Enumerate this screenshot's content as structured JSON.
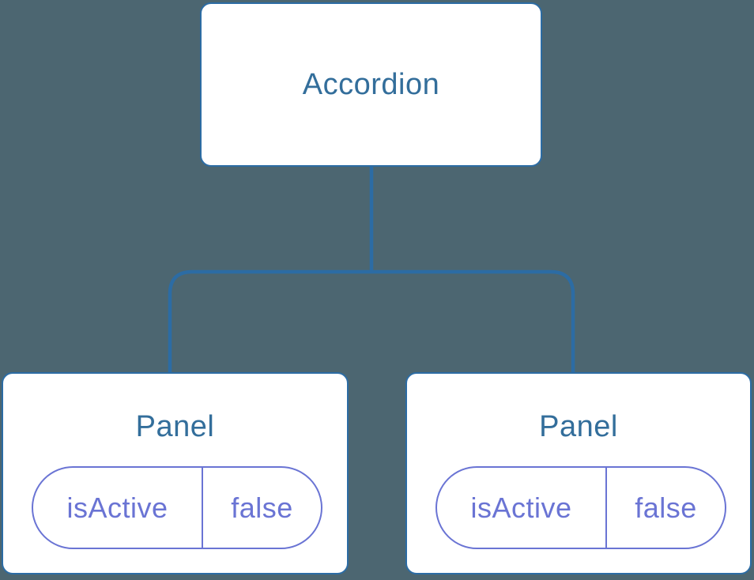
{
  "colors": {
    "background": "#4C6671",
    "node_fill": "#FFFFFF",
    "node_border": "#2C6CA4",
    "node_text": "#336E9B",
    "connector": "#2C6CA4",
    "pill": "#6A74D4"
  },
  "tree": {
    "root": {
      "label": "Accordion"
    },
    "children": [
      {
        "label": "Panel",
        "state": {
          "key": "isActive",
          "value": "false"
        }
      },
      {
        "label": "Panel",
        "state": {
          "key": "isActive",
          "value": "false"
        }
      }
    ]
  }
}
